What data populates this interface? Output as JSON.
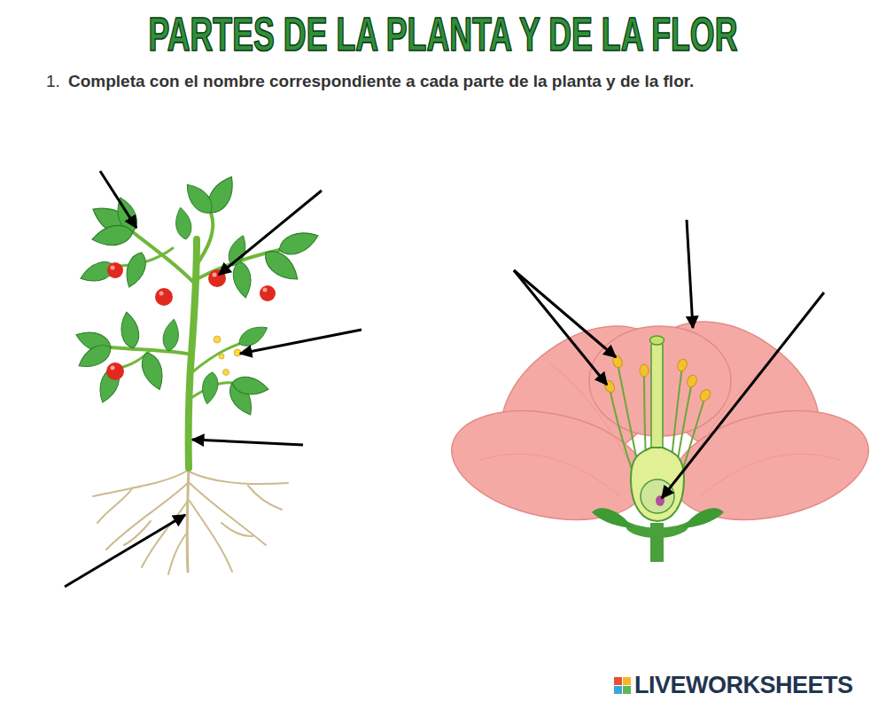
{
  "diagram": {
    "title": "PARTES DE LA PLANTA Y DE LA FLOR",
    "labels": [
      "1.",
      "Completa con el nombre correspondiente a cada parte de la planta y de la flor.",
      "LIVEWORKSHEETS"
    ]
  }
}
